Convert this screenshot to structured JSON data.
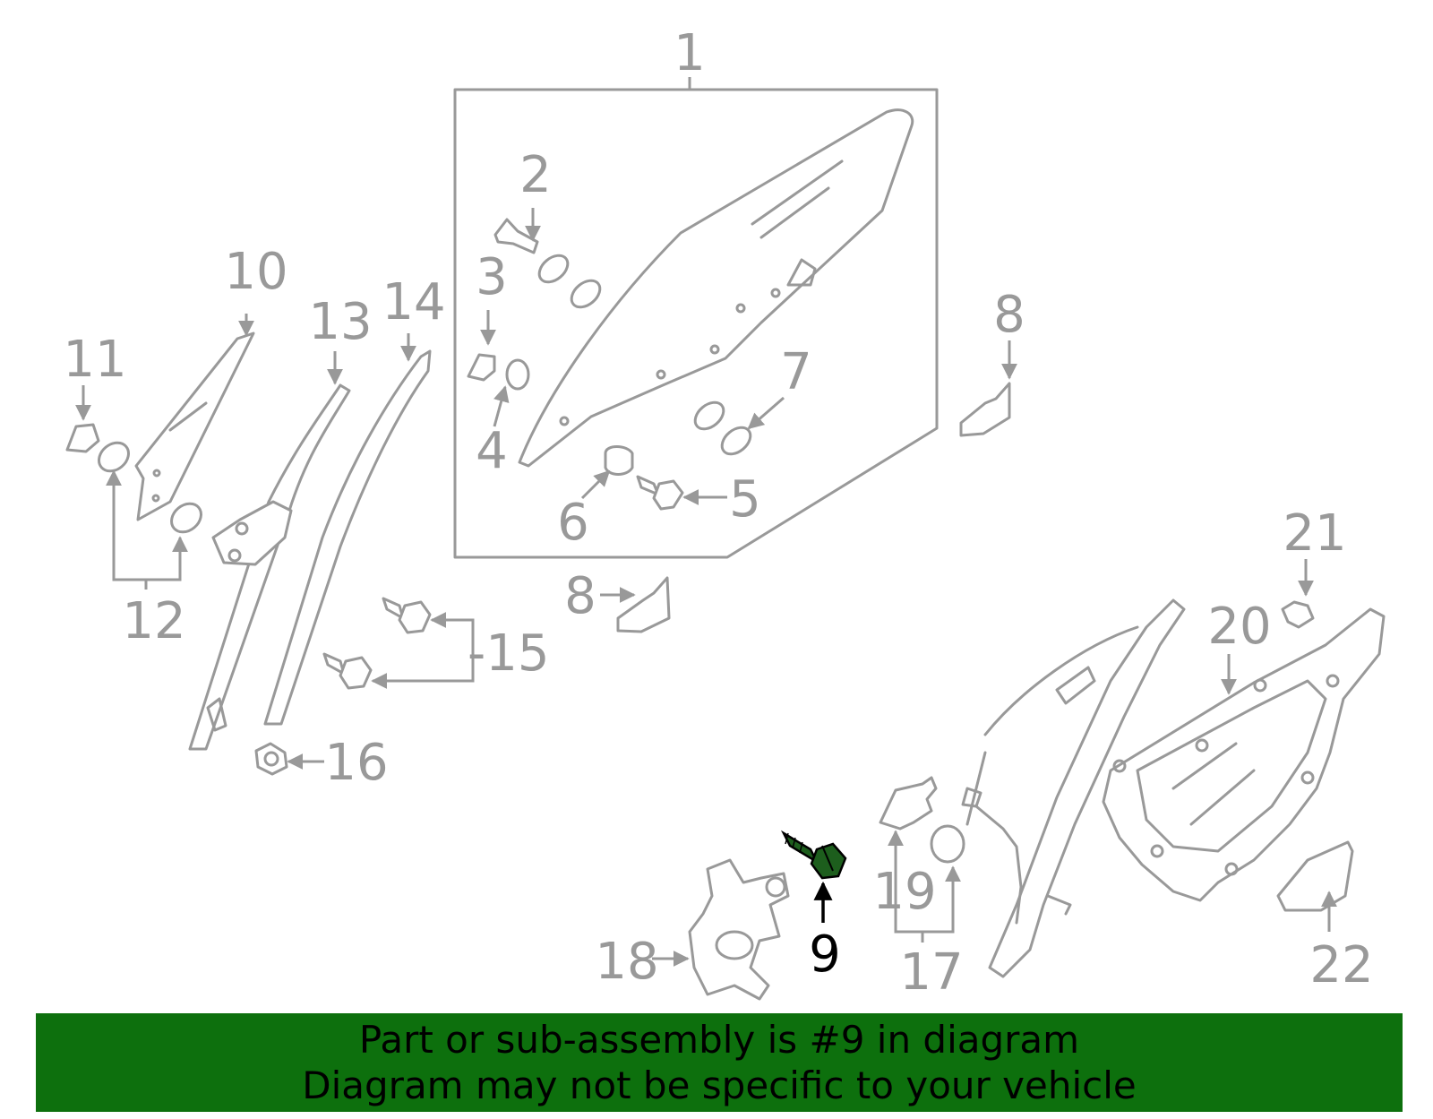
{
  "callouts": {
    "c1": "1",
    "c2": "2",
    "c3": "3",
    "c4": "4",
    "c5": "5",
    "c6": "6",
    "c7": "7",
    "c8a": "8",
    "c8b": "8",
    "c9": "9",
    "c10": "10",
    "c11": "11",
    "c12": "12",
    "c13": "13",
    "c14": "14",
    "c15": "-15",
    "c16": "16",
    "c17": "17",
    "c18": "18",
    "c19": "19",
    "c20": "20",
    "c21": "21",
    "c22": "22"
  },
  "highlight": {
    "part": "9",
    "color": "#0d700d"
  },
  "colors": {
    "line": "#999999",
    "banner": "#0d700d",
    "highlight_part": "#1d5e1d"
  },
  "banner": {
    "line1": "Part or sub-assembly is #9 in diagram",
    "line2": "Diagram may not be specific to your vehicle"
  }
}
